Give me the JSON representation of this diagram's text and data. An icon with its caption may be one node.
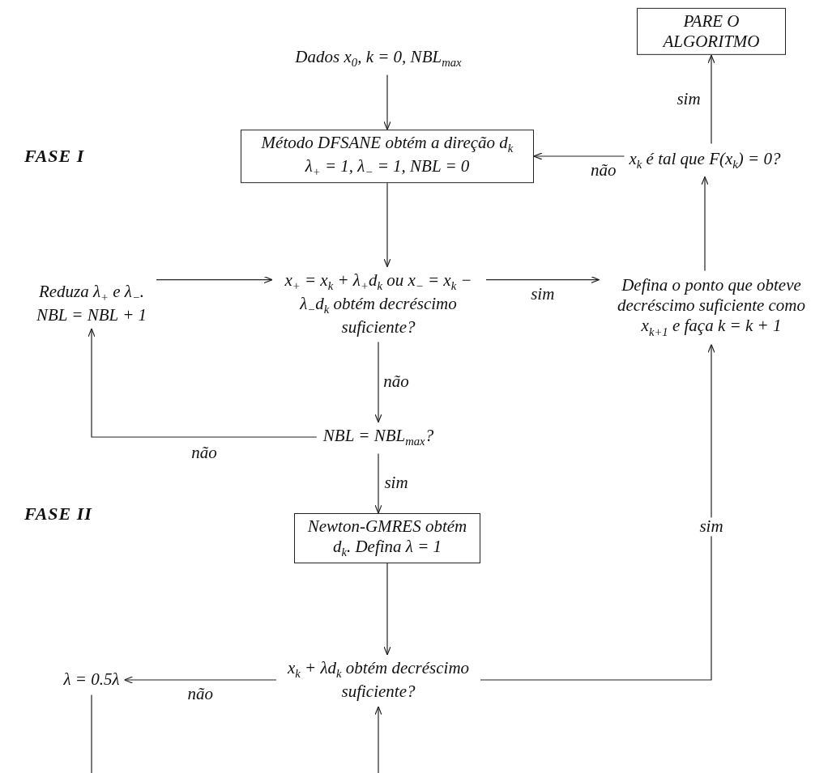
{
  "diagram": {
    "nodes": [
      {
        "text": [
          "Dados  x$_{0}$, k = 0, NBL$_{max}$"
        ]
      },
      {
        "text": [
          "Método DFSANE obtém a direção d$_{k}$",
          "λ$_{+}$ = 1, λ$_{−}$ = 1, NBL = 0"
        ]
      },
      {
        "text": [
          "PARE O ALGORITMO"
        ]
      },
      {
        "text": [
          "x$_{k}$ é tal que F(x$_{k}$) = 0?"
        ]
      },
      {
        "text": [
          "Reduza λ$_{+}$ e λ$_{−}$.",
          "NBL = NBL + 1"
        ]
      },
      {
        "text": [
          "x$_{+}$ = x$_{k}$ + λ$_{+}$d$_{k}$ ou x$_{−}$ = x$_{k}$ − λ$_{−}$d$_{k}$ obtém decréscimo suficiente?"
        ]
      },
      {
        "text": [
          "Defina o ponto que obteve decréscimo suficiente como x$_{k+1}$ e faça k = k + 1"
        ]
      },
      {
        "text": [
          "NBL = NBL$_{max}$?"
        ]
      },
      {
        "text": [
          "Newton-GMRES obtém d$_{k}$. Defina λ = 1"
        ]
      },
      {
        "text": [
          "λ = 0.5λ"
        ]
      },
      {
        "text": [
          "x$_{k}$ + λd$_{k}$ obtém decréscimo suficiente?"
        ]
      }
    ],
    "edges": [
      {
        "from": 0,
        "to": 1,
        "arrow": "to"
      },
      {
        "from": 1,
        "to": 5,
        "arrow": "to"
      },
      {
        "from": 3,
        "to": 1,
        "arrow": "to",
        "label": "não"
      },
      {
        "from": 3,
        "to": 2,
        "arrow": "to",
        "label": "sim"
      },
      {
        "from": 6,
        "to": 3,
        "arrow": "to"
      },
      {
        "from": 4,
        "to": 5,
        "arrow": "to"
      },
      {
        "from": 5,
        "to": 6,
        "arrow": "to",
        "label": "sim"
      },
      {
        "from": 5,
        "to": 7,
        "arrow": "to",
        "label": "não"
      },
      {
        "from": 7,
        "to": 4,
        "arrow": "to",
        "label": "não"
      },
      {
        "from": 7,
        "to": 8,
        "arrow": "to",
        "label": "sim"
      },
      {
        "from": 8,
        "to": 10,
        "arrow": "to"
      },
      {
        "from": 10,
        "to": 9,
        "arrow": "to",
        "label": "não"
      },
      {
        "from": 10,
        "to": 6,
        "arrow": "to",
        "label": "sim"
      },
      {
        "from": 9,
        "to": null,
        "arrow": "none"
      },
      {
        "from": null,
        "to": 10,
        "arrow": "to"
      }
    ],
    "labels": [
      "FASE I",
      "FASE II"
    ]
  }
}
